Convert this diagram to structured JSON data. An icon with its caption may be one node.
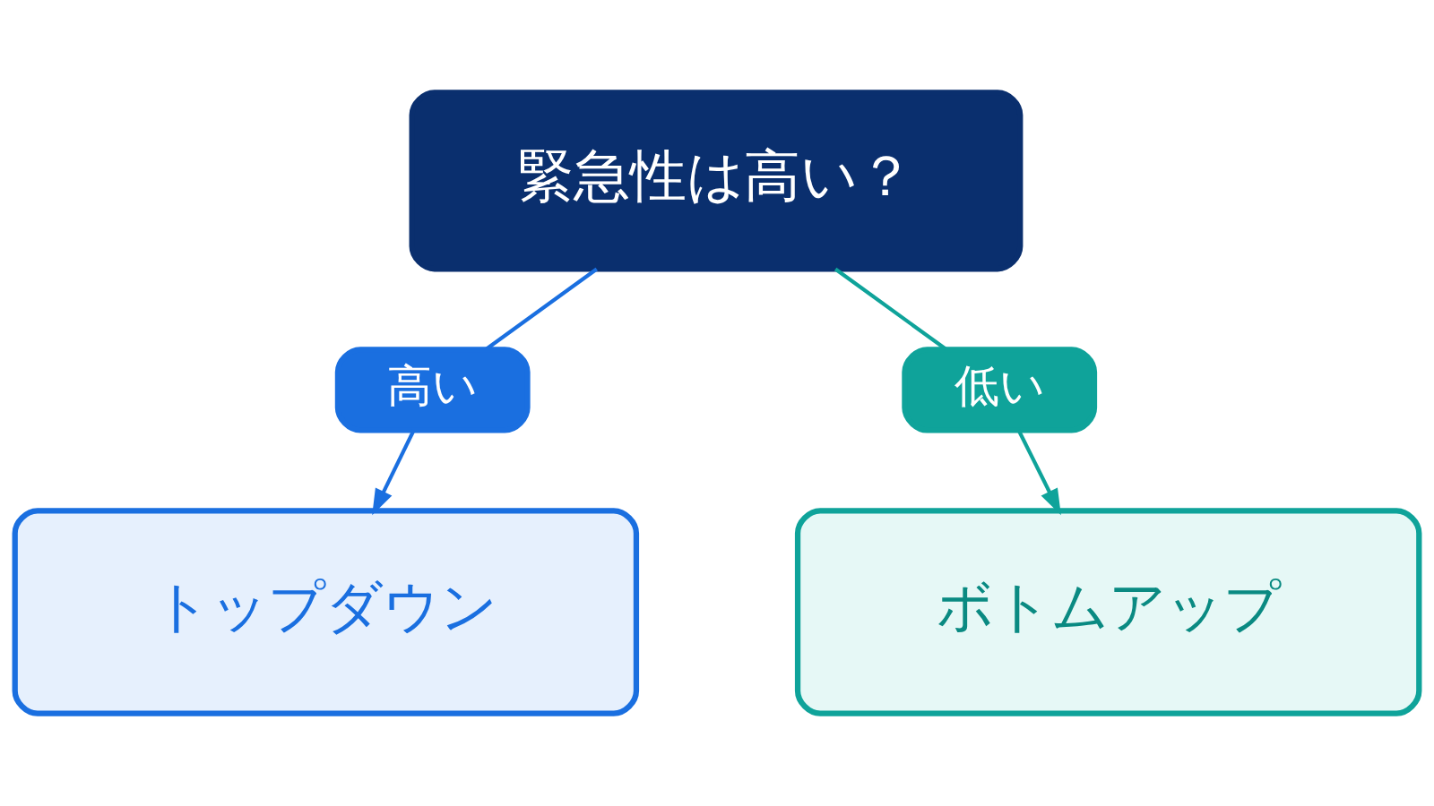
{
  "diagram": {
    "nodes": [
      {
        "text": [
          "緊急性は高い？"
        ]
      },
      {
        "text": [
          "高い"
        ]
      },
      {
        "text": [
          "低い"
        ]
      },
      {
        "text": [
          "トップダウン"
        ]
      },
      {
        "text": [
          "ボトムアップ"
        ]
      }
    ],
    "edges": [
      {
        "from": 0,
        "to": 1,
        "arrow": "none",
        "color": "#1a6fe0"
      },
      {
        "from": 0,
        "to": 2,
        "arrow": "none",
        "color": "#0fa39a"
      },
      {
        "from": 1,
        "to": 3,
        "arrow": "to",
        "color": "#1a6fe0"
      },
      {
        "from": 2,
        "to": 4,
        "arrow": "to",
        "color": "#0fa39a"
      }
    ]
  }
}
